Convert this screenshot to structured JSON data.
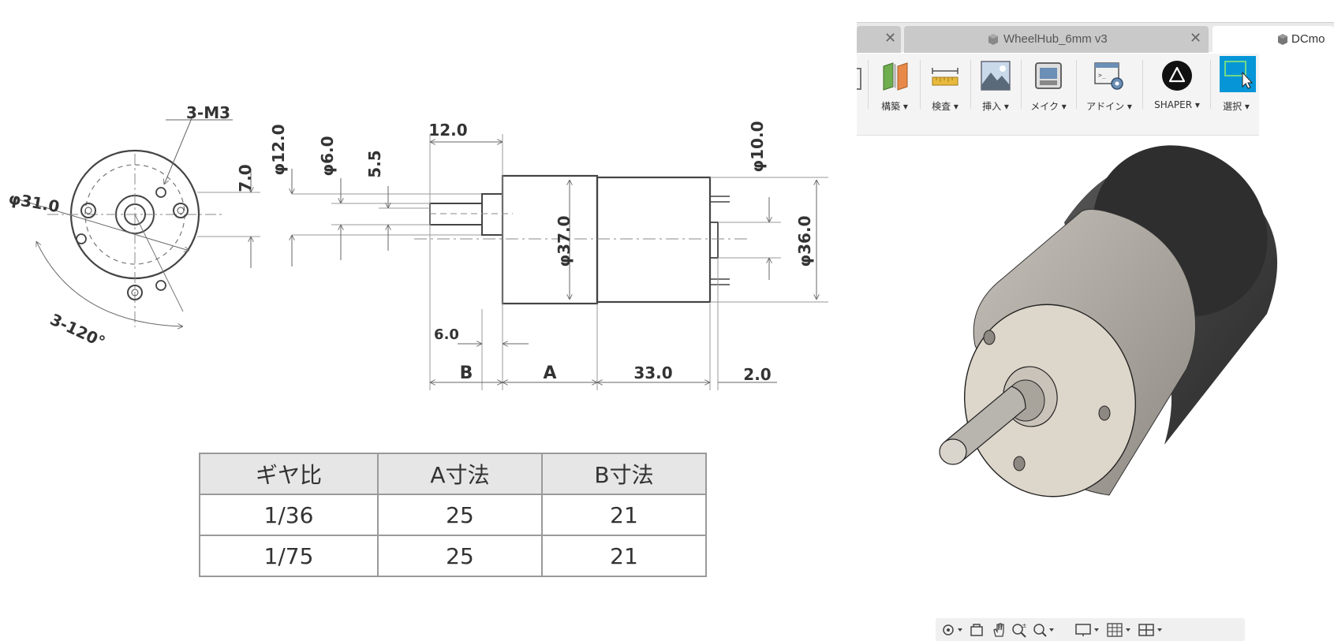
{
  "drawing": {
    "front_view": {
      "thread_label": "3-M3",
      "outer_dia": "φ31.0",
      "pitch_height": "7.0",
      "angle_label": "3-120°"
    },
    "side_view": {
      "flange_dia": "φ12.0",
      "shaft_dia": "φ6.0",
      "flat": "5.5",
      "shaft_len": "12.0",
      "body_dia": "φ37.0",
      "terminal_dia": "φ10.0",
      "back_dia": "φ36.0",
      "flange_len": "6.0",
      "dim_b": "B",
      "dim_a": "A",
      "motor_len": "33.0",
      "terminal_len": "2.0"
    }
  },
  "gear_table": {
    "headers": [
      "ギヤ比",
      "A寸法",
      "B寸法"
    ],
    "rows": [
      [
        "1/36",
        "25",
        "21"
      ],
      [
        "1/75",
        "25",
        "21"
      ]
    ]
  },
  "cad": {
    "tabs": [
      {
        "label": "",
        "active": false
      },
      {
        "label": "WheelHub_6mm v3",
        "active": false
      },
      {
        "label": "DCmo",
        "active": true
      }
    ],
    "ribbon": [
      {
        "label": "構築 ▾",
        "icon": "construct-icon"
      },
      {
        "label": "検査 ▾",
        "icon": "inspect-icon"
      },
      {
        "label": "挿入 ▾",
        "icon": "insert-icon"
      },
      {
        "label": "メイク ▾",
        "icon": "make-icon"
      },
      {
        "label": "アドイン ▾",
        "icon": "addin-icon"
      },
      {
        "label": "SHAPER ▾",
        "icon": "shaper-icon"
      },
      {
        "label": "選択 ▾",
        "icon": "select-icon"
      }
    ],
    "colors": {
      "motor_can": "#3b3b3b",
      "gearbox": "#b3aea6",
      "faceplate": "#ddd6ca",
      "select_blue": "#0696d7"
    }
  }
}
